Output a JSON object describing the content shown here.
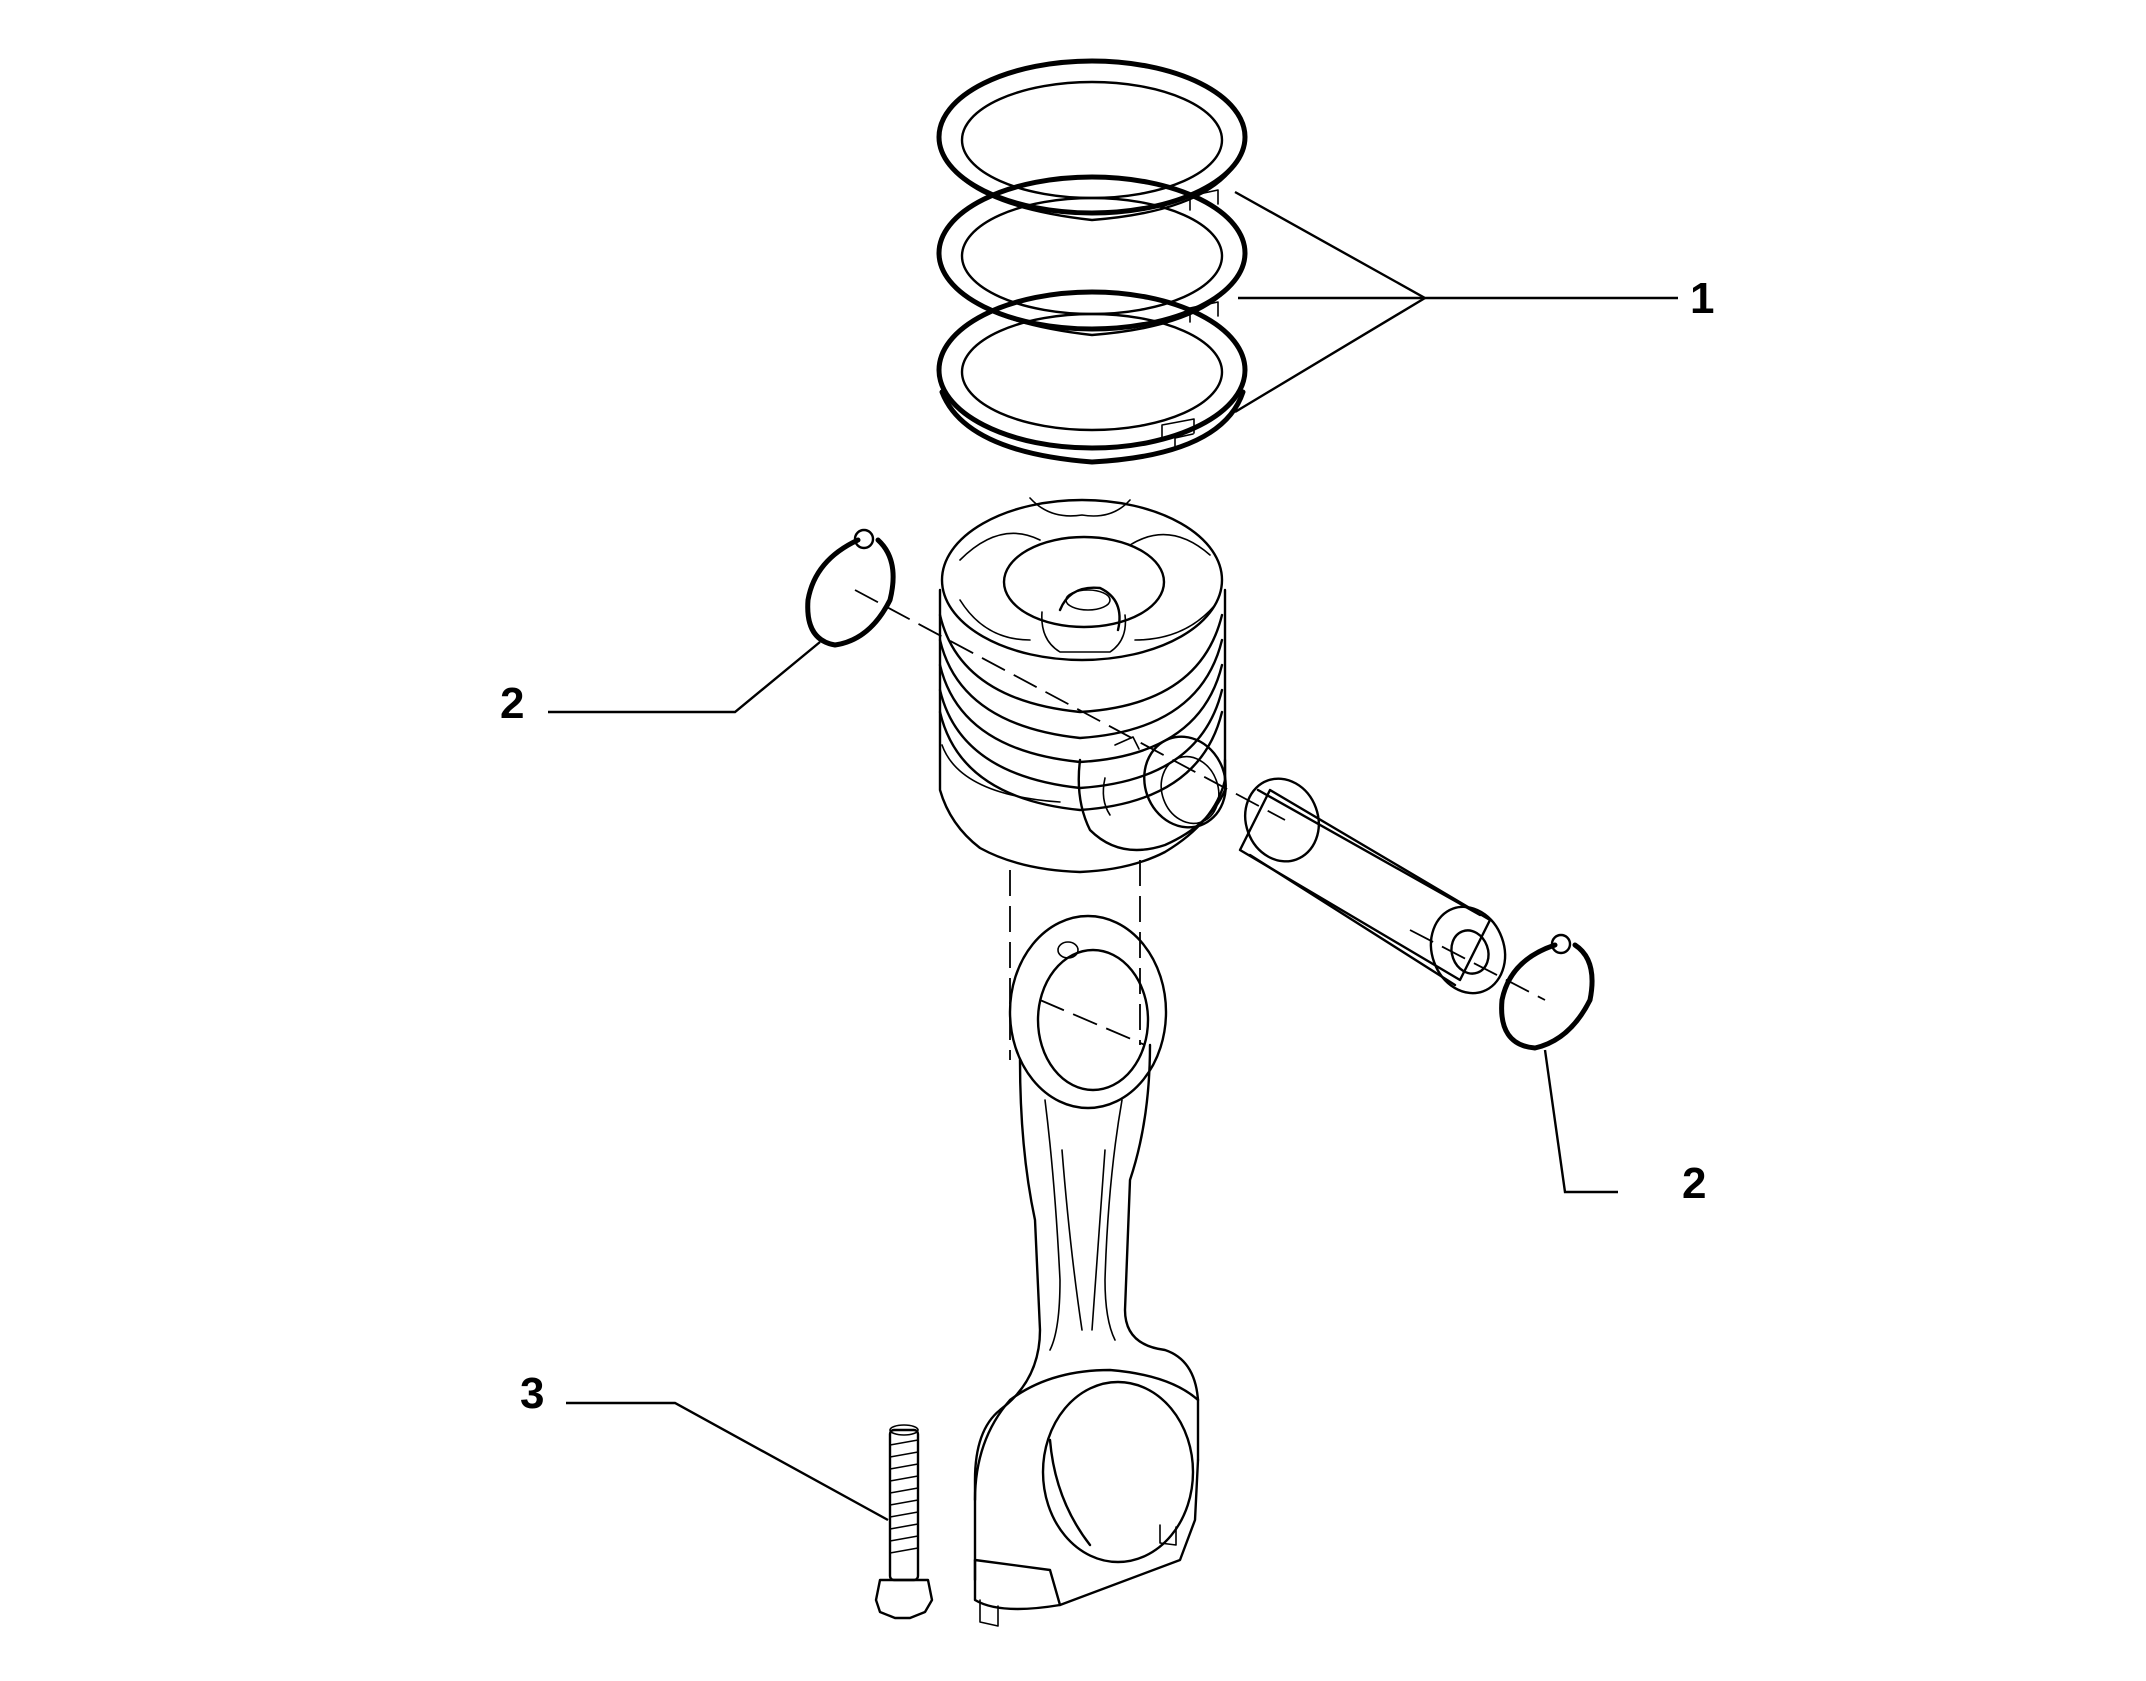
{
  "callouts": [
    {
      "id": "piston-rings",
      "label": "1"
    },
    {
      "id": "circlip-left",
      "label": "2"
    },
    {
      "id": "circlip-right",
      "label": "2"
    },
    {
      "id": "bolt",
      "label": "3"
    }
  ]
}
